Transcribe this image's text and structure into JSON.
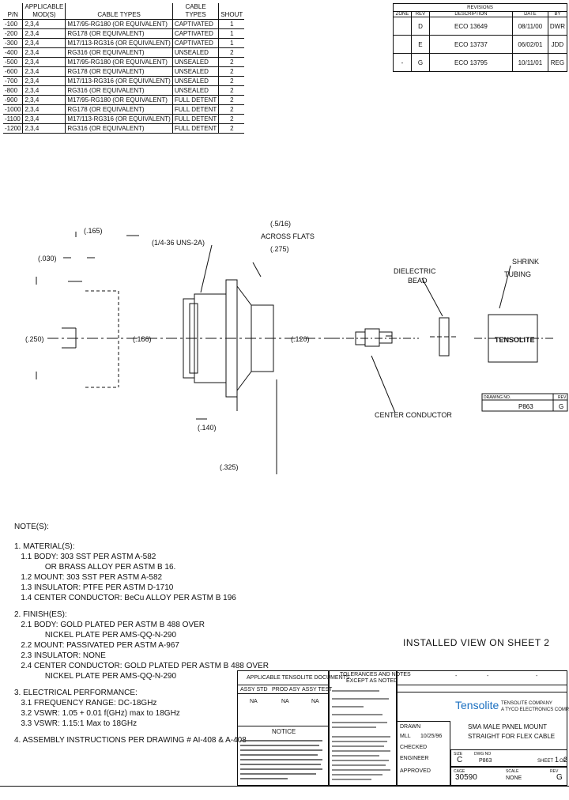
{
  "parts_table": {
    "headers": [
      "P/N",
      "APPLICABLE MOD(S)",
      "CABLE TYPES",
      "CABLE TYPES",
      "SHOUT"
    ],
    "rows": [
      [
        "-100",
        "2,3,4",
        "M17/95-RG180 (OR EQUIVALENT)",
        "CAPTIVATED",
        "1"
      ],
      [
        "-200",
        "2,3,4",
        "RG178 (OR EQUIVALENT)",
        "CAPTIVATED",
        "1"
      ],
      [
        "-300",
        "2,3,4",
        "M17/113-RG316 (OR EQUIVALENT)",
        "CAPTIVATED",
        "1"
      ],
      [
        "-400",
        "2,3,4",
        "RG316 (OR EQUIVALENT)",
        "UNSEALED",
        "2"
      ],
      [
        "-500",
        "2,3,4",
        "M17/95-RG180 (OR EQUIVALENT)",
        "UNSEALED",
        "2"
      ],
      [
        "-600",
        "2,3,4",
        "RG178 (OR EQUIVALENT)",
        "UNSEALED",
        "2"
      ],
      [
        "-700",
        "2,3,4",
        "M17/113-RG316 (OR EQUIVALENT)",
        "UNSEALED",
        "2"
      ],
      [
        "-800",
        "2,3,4",
        "RG316 (OR EQUIVALENT)",
        "UNSEALED",
        "2"
      ],
      [
        "-900",
        "2,3,4",
        "M17/95-RG180 (OR EQUIVALENT)",
        "FULL DETENT",
        "2"
      ],
      [
        "-1000",
        "2,3,4",
        "RG178 (OR EQUIVALENT)",
        "FULL DETENT",
        "2"
      ],
      [
        "-1100",
        "2,3,4",
        "M17/113-RG316 (OR EQUIVALENT)",
        "FULL DETENT",
        "2"
      ],
      [
        "-1200",
        "2,3,4",
        "RG316 (OR EQUIVALENT)",
        "FULL DETENT",
        "2"
      ]
    ]
  },
  "revisions": {
    "title": "REVISIONS",
    "headers": [
      "ZONE",
      "REV",
      "DESCRIPTION",
      "DATE",
      "BY"
    ],
    "rows": [
      [
        "",
        "D",
        "ECO 13649",
        "08/11/00",
        "DWR"
      ],
      [
        "",
        "E",
        "ECO 13737",
        "06/02/01",
        "JDD"
      ],
      [
        "-",
        "G",
        "ECO 13795",
        "10/11/01",
        "REG"
      ]
    ]
  },
  "drawing": {
    "dim_165": "(.165)",
    "dim_030": "(.030)",
    "dim_250": "(.250)",
    "dim_186": "(.186)",
    "thread_label": "(1/4-36 UNS-2A)",
    "across_flats_1": "(.5/16)",
    "across_flats_2": "ACROSS FLATS",
    "across_flats_3": "(.275)",
    "dim_120": "(.120)",
    "dielectric_1": "DIELECTRIC",
    "dielectric_2": "BEAD",
    "shrink_1": "SHRINK",
    "shrink_2": "TUBING",
    "tensolite_label": "TENSOLITE",
    "center_conductor": "CENTER CONDUCTOR",
    "dim_140": "(.140)",
    "dim_325": "(.325)",
    "sheet_ref_label": "DRAWING NO.",
    "sheet_ref_no": "P863",
    "sheet_ref_rev_label": "REV",
    "sheet_ref_rev": "G"
  },
  "installed_view": "INSTALLED VIEW ON SHEET 2",
  "notes": {
    "title": "NOTE(S):",
    "lines": [
      "1. MATERIAL(S):",
      "   1.1 BODY: 303 SST PER ASTM A-582",
      "              OR BRASS ALLOY PER ASTM B 16.",
      "   1.2 MOUNT: 303 SST PER ASTM A-582",
      "   1.3 INSULATOR: PTFE PER ASTM D-1710",
      "   1.4 CENTER CONDUCTOR: BeCu ALLOY PER ASTM B 196",
      "2. FINISH(ES):",
      "   2.1 BODY: GOLD PLATED PER ASTM B 488 OVER",
      "              NICKEL PLATE PER AMS-QQ-N-290",
      "   2.2 MOUNT: PASSIVATED PER ASTM A-967",
      "   2.3 INSULATOR: NONE",
      "   2.4 CENTER CONDUCTOR: GOLD PLATED PER ASTM B 488 OVER",
      "              NICKEL PLATE PER AMS-QQ-N-290",
      "3. ELECTRICAL PERFORMANCE:",
      "   3.1 FREQUENCY RANGE: DC-18GHz",
      "   3.2 VSWR: 1.05 + 0.01 f(GHz) max to 18GHz",
      "   3.3 VSWR: 1.15:1 Max to 18GHz",
      "4. ASSEMBLY INSTRUCTIONS PER DRAWING # AI-408 & A-408"
    ]
  },
  "title_block": {
    "applicable_docs": "APPLICABLE TENSOLITE DOCUMENTS",
    "col1": "ASSY STD",
    "col2": "PROD ASY",
    "col3": "ASSY TEST",
    "col1v": "NA",
    "col2v": "NA",
    "col3v": "NA",
    "notice": "NOTICE",
    "tolerances_1": "TOLERANCES AND NOTES",
    "tolerances_2": "EXCEPT AS NOTED",
    "company": "Tensolite",
    "company_addr_1": "TENSOLITE COMPANY",
    "company_addr_2": "A TYCO ELECTRONICS COMPANY",
    "drawing_title_1": "SMA MALE PANEL MOUNT",
    "drawing_title_2": "STRAIGHT FOR FLEX CABLE",
    "size_label": "SIZE",
    "size": "C",
    "cage_label": "CAGE",
    "dwg_no_label": "DWG NO",
    "dwg_no": "P863",
    "scale_label": "SCALE",
    "scale": "NONE",
    "sheet_label": "SHEET",
    "sheet": "1",
    "of_label": "OF",
    "of": "2",
    "cage_code": "30590",
    "rev_label": "REV",
    "rev": "G",
    "drawn_label": "DRAWN",
    "drawn_by": "MLL",
    "drawn_date": "10/25/96",
    "checked_label": "CHECKED",
    "approved_label": "APPROVED",
    "eng_label": "ENGINEER",
    "dash_a": "-",
    "dash_b": "-",
    "dash_c": "-"
  }
}
